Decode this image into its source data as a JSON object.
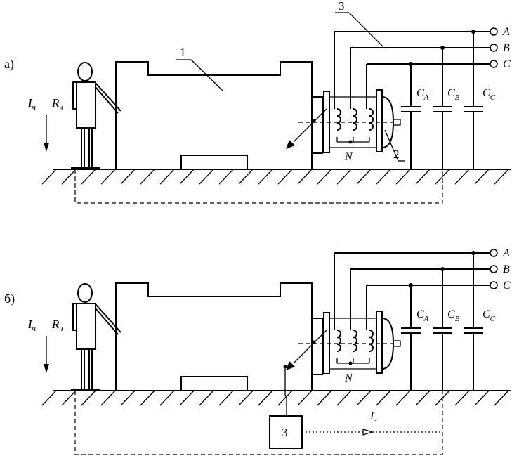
{
  "panels": [
    {
      "letter": "а)",
      "phase_labels": [
        "A",
        "B",
        "C"
      ],
      "current_symbol": "I",
      "current_sub": "ч",
      "resistance_symbol": "R",
      "resistance_sub": "ч",
      "cap_symbol": "C",
      "cap_subs": [
        "A",
        "B",
        "C"
      ],
      "neutral": "N",
      "callouts": [
        "1",
        "2",
        "3"
      ]
    },
    {
      "letter": "б)",
      "phase_labels": [
        "A",
        "B",
        "C"
      ],
      "current_symbol": "I",
      "current_sub": "ч",
      "resistance_symbol": "R",
      "resistance_sub": "ч",
      "cap_symbol": "C",
      "cap_subs": [
        "A",
        "B",
        "C"
      ],
      "neutral": "N",
      "box_label": "3",
      "fault_current_symbol": "I",
      "fault_current_sub": "з"
    }
  ]
}
